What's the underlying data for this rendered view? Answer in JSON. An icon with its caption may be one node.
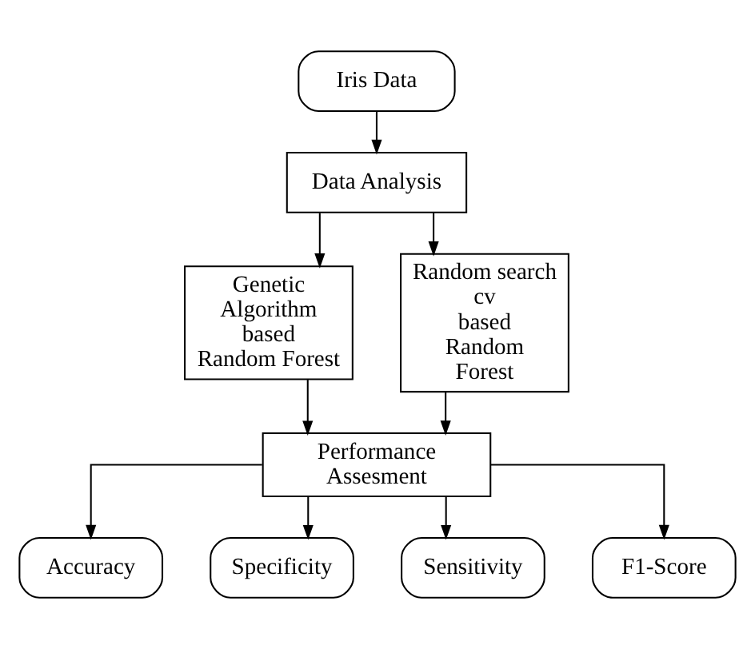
{
  "diagram": {
    "nodes": [
      {
        "text": [
          "Iris Data"
        ]
      },
      {
        "text": [
          "Data Analysis"
        ]
      },
      {
        "text": [
          "Genetic Algorithm based Random Forest"
        ]
      },
      {
        "text": [
          "Random search cv based Random Forest"
        ]
      },
      {
        "text": [
          "Performance Assesment"
        ]
      },
      {
        "text": [
          "Accuracy"
        ]
      },
      {
        "text": [
          "Specificity"
        ]
      },
      {
        "text": [
          "Sensitivity"
        ]
      },
      {
        "text": [
          "F1-Score"
        ]
      }
    ],
    "edges": [
      {
        "from": 0,
        "to": 1,
        "arrow": "to"
      },
      {
        "from": 1,
        "to": 2,
        "arrow": "to"
      },
      {
        "from": 1,
        "to": 3,
        "arrow": "to"
      },
      {
        "from": 2,
        "to": 4,
        "arrow": "to"
      },
      {
        "from": 3,
        "to": 4,
        "arrow": "to"
      },
      {
        "from": 4,
        "to": 5,
        "arrow": "to"
      },
      {
        "from": 4,
        "to": 6,
        "arrow": "to"
      },
      {
        "from": 4,
        "to": 7,
        "arrow": "to"
      },
      {
        "from": 4,
        "to": 8,
        "arrow": "to"
      }
    ]
  }
}
